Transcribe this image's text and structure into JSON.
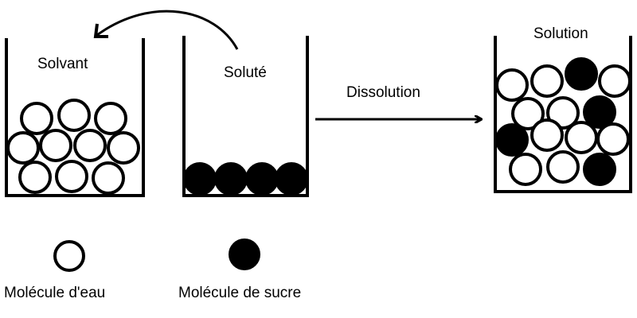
{
  "labels": {
    "solvent": "Solvant",
    "solute": "Soluté",
    "process": "Dissolution",
    "solution": "Solution"
  },
  "legend": {
    "water": "Molécule d'eau",
    "sugar": "Molécule de sucre"
  },
  "colors": {
    "water_fill": "#ffffff",
    "sugar_fill": "#000000",
    "stroke": "#000000"
  }
}
